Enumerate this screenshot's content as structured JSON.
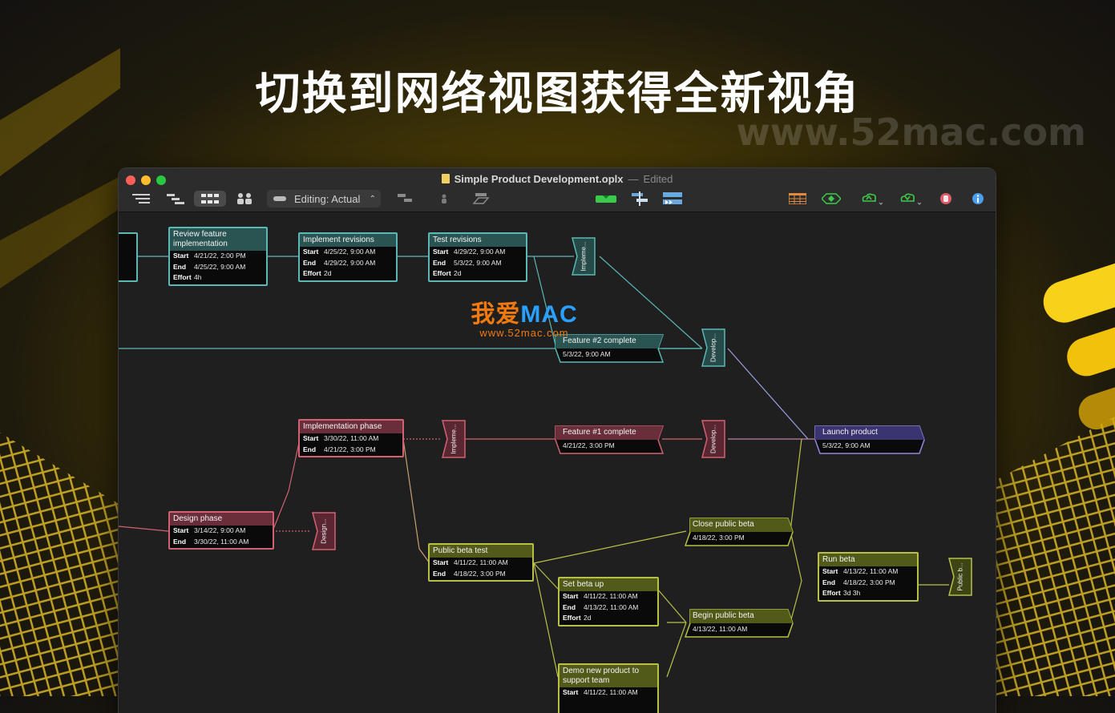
{
  "headline": "切换到网络视图获得全新视角",
  "watermark_url": "www.52mac.com",
  "window": {
    "doc_title": "Simple Product Development.oplx",
    "separator": "—",
    "status": "Edited"
  },
  "toolbar": {
    "editing_label": "Editing: Actual",
    "left_icons": [
      "outline-view-icon",
      "gantt-view-icon",
      "network-view-icon",
      "resource-view-icon"
    ],
    "right_icons": [
      "connect-tasks-icon",
      "assign-resource-icon",
      "baseline-icon",
      "milestone-add-icon",
      "split-task-icon",
      "level-resources-icon",
      "spreadsheet-icon",
      "critical-path-icon",
      "publish-icon",
      "subscribe-icon",
      "violations-icon",
      "inspector-icon"
    ]
  },
  "watermark_logo": {
    "cn": "我爱",
    "en": "MAC",
    "url": "www.52mac.com"
  },
  "network": {
    "labels": {
      "start": "Start",
      "end": "End",
      "effort": "Effort"
    },
    "tasks": {
      "review": {
        "title": "Review feature implementation",
        "start": "4/21/22, 2:00 PM",
        "end": "4/25/22, 9:00 AM",
        "effort": "4h"
      },
      "implement_revisions": {
        "title": "Implement revisions",
        "start": "4/25/22, 9:00 AM",
        "end": "4/29/22, 9:00 AM",
        "effort": "2d"
      },
      "test_revisions": {
        "title": "Test revisions",
        "start": "4/29/22, 9:00 AM",
        "end": "5/3/22, 9:00 AM",
        "effort": "2d"
      },
      "implementation_phase": {
        "title": "Implementation phase",
        "start": "3/30/22, 11:00 AM",
        "end": "4/21/22, 3:00 PM"
      },
      "design_phase": {
        "title": "Design phase",
        "start": "3/14/22, 9:00 AM",
        "end": "3/30/22, 11:00 AM"
      },
      "public_beta_test": {
        "title": "Public beta test",
        "start": "4/11/22, 11:00 AM",
        "end": "4/18/22, 3:00 PM"
      },
      "set_beta_up": {
        "title": "Set beta up",
        "start": "4/11/22, 11:00 AM",
        "end": "4/13/22, 11:00 AM",
        "effort": "2d"
      },
      "demo_product": {
        "title": "Demo new product to support team",
        "start": "4/11/22, 11:00 AM"
      },
      "run_beta": {
        "title": "Run beta",
        "start": "4/13/22, 11:00 AM",
        "end": "4/18/22, 3:00 PM",
        "effort": "3d 3h"
      }
    },
    "milestones": {
      "feature2": {
        "title": "Feature #2 complete",
        "date": "5/3/22, 9:00 AM"
      },
      "feature1": {
        "title": "Feature #1 complete",
        "date": "4/21/22, 3:00 PM"
      },
      "launch": {
        "title": "Launch product",
        "date": "5/3/22, 9:00 AM"
      },
      "close_beta": {
        "title": "Close public beta",
        "date": "4/18/22, 3:00 PM"
      },
      "begin_beta": {
        "title": "Begin public beta",
        "date": "4/13/22, 11:00 AM"
      }
    },
    "groups": {
      "impleme_top": "Impleme...",
      "develop_top": "Develop...",
      "impleme_mid": "Impleme...",
      "develop_mid": "Develop...",
      "design": "Design...",
      "public_b": "Public b..."
    },
    "colors": {
      "teal": "#5ab8b6",
      "rose": "#d06272",
      "olive": "#b8c048",
      "violet": "#9088e0"
    }
  }
}
